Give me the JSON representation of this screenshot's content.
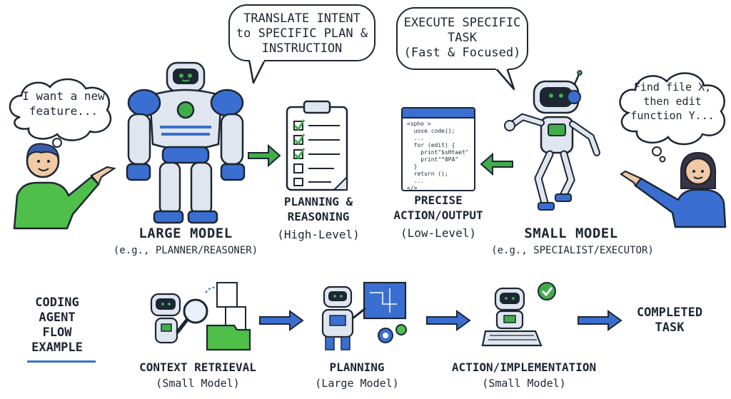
{
  "top": {
    "user_left_speech": "I want a new feature...",
    "user_right_speech": "Find file X, then edit function Y...",
    "large_bubble": [
      "TRANSLATE INTENT",
      "to SPECIFIC PLAN &",
      "INSTRUCTION"
    ],
    "small_bubble": [
      "EXECUTE SPECIFIC",
      "TASK",
      "(Fast & Focused)"
    ],
    "large_model_title": "LARGE MODEL",
    "large_model_sub": "(e.g., PLANNER/REASONER)",
    "small_model_title": "SMALL MODEL",
    "small_model_sub": "(e.g., SPECIALIST/EXECUTOR)",
    "planning_title": "PLANNING &",
    "planning_title2": "REASONING",
    "planning_sub": "(High-Level)",
    "precise_title": "PRECISE",
    "precise_title2": "ACTION/OUTPUT",
    "precise_sub": "(Low-Level)",
    "code_lines": [
      "<spho >",
      "  uose code();",
      "  ...",
      "  for (edit) {",
      "    print\"$sHtaet\"",
      "    print\"“0PA\"",
      "  }",
      "  return ();",
      "  ...",
      "</>"
    ]
  },
  "flow": {
    "title": [
      "CODING",
      "AGENT",
      "FLOW",
      "EXAMPLE"
    ],
    "steps": [
      {
        "title": "CONTEXT RETRIEVAL",
        "sub": "(Small Model)"
      },
      {
        "title": "PLANNING",
        "sub": "(Large Model)"
      },
      {
        "title": "ACTION/IMPLEMENTATION",
        "sub": "(Small Model)"
      },
      {
        "title": "COMPLETED",
        "title2": "TASK"
      }
    ]
  },
  "colors": {
    "ink": "#1d2633",
    "robot_blue": "#3a6fd1",
    "robot_light": "#dfe6ef",
    "green": "#3fae49",
    "teal": "#2d9a9a",
    "arrow_blue": "#3a6fd1",
    "shirt_green": "#4fbf4a",
    "shirt_blue": "#3a6fd1"
  }
}
